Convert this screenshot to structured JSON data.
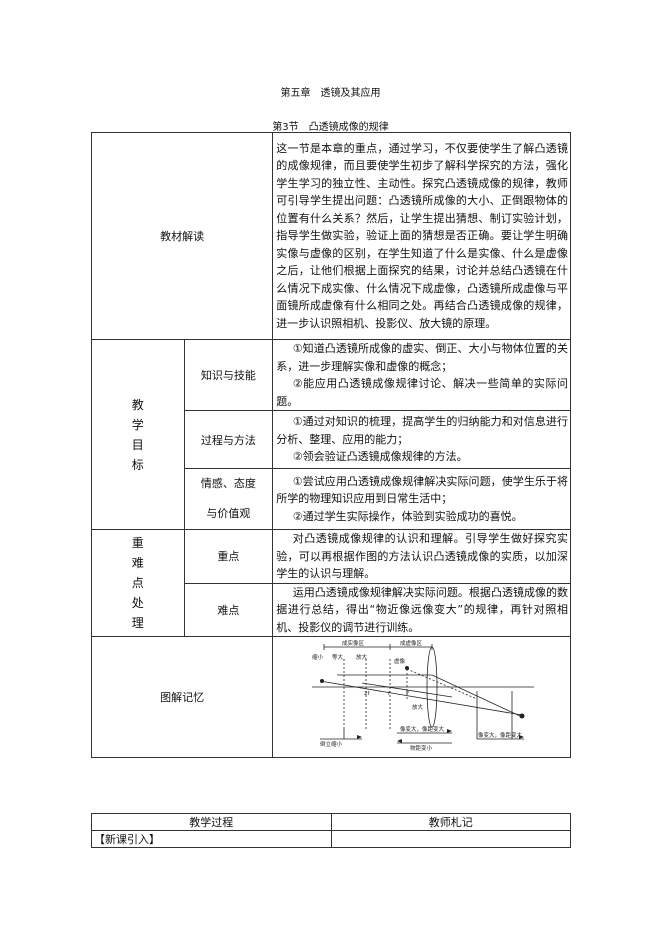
{
  "chapter_title": "第五章　透镜及其应用",
  "section_title": "第3节　凸透镜成像的规律",
  "rows": {
    "textbook": {
      "label": "教材解读",
      "text": "这一节是本章的重点，通过学习，不仅要使学生了解凸透镜的成像规律，而且要使学生初步了解科学探究的方法，强化学生学习的独立性、主动性。探究凸透镜成像的规律，教师可引导学生提出问题：凸透镜所成像的大小、正倒跟物体的位置有什么关系？然后，让学生提出猜想、制订实验计划，指导学生做实验，验证上面的猜想是否正确。要让学生明确实像与虚像的区别，在学生知道了什么是实像、什么是虚像之后，让他们根据上面探究的结果，讨论并总结凸透镜在什么情况下成实像、什么情况下成虚像，凸透镜所成虚像与平面镜所成虚像有什么相同之处。再结合凸透镜成像的规律，进一步认识照相机、投影仪、放大镜的原理。"
    },
    "goals": {
      "label_chars": [
        "教",
        "学",
        "目",
        "标"
      ],
      "knowledge": {
        "label": "知识与技能",
        "items": [
          "①知道凸透镜所成像的虚实、倒正、大小与物体位置的关系，进一步理解实像和虚像的概念；",
          "②能应用凸透镜成像规律讨论、解决一些简单的实际问题。"
        ]
      },
      "process": {
        "label": "过程与方法",
        "items": [
          "①通过对知识的梳理，提高学生的归纳能力和对信息进行分析、整理、应用的能力；",
          "②领会验证凸透镜成像规律的方法。"
        ]
      },
      "emotion": {
        "label_line1": "情感、态度",
        "label_line2": "与价值观",
        "items": [
          "①尝试应用凸透镜成像规律解决实际问题，使学生乐于将所学的物理知识应用到日常生活中；",
          "②通过学生实际操作，体验到实验成功的喜悦。"
        ]
      }
    },
    "key_points": {
      "label_chars": [
        "重",
        "难",
        "点",
        "处",
        "理"
      ],
      "focus": {
        "label": "重点",
        "text": "对凸透镜成像规律的认识和理解。引导学生做好探究实验，可以再根据作图的方法认识凸透镜成像的实质，以加深学生的认识与理解。"
      },
      "difficulty": {
        "label": "难点",
        "text": "运用凸透镜成像规律解决实际问题。根据凸透镜成像的数据进行总结，得出“物近像远像变大”的规律，再针对照相机、投影仪的调节进行训练。"
      }
    },
    "diagram": {
      "label": "图解记忆",
      "labels": {
        "top_left": "成实像区",
        "top_right": "成虚像区",
        "small": "缩小",
        "equal": "等大",
        "big": "放大",
        "ff": "2f",
        "f": "f",
        "F": "F",
        "virtual": "虚像",
        "enlarge": "放大",
        "bottom_left": "倒立缩小",
        "bottom_mid1": "像变大，像距变大",
        "bottom_mid2": "物距变小",
        "bottom_right": "像变大，像距变大"
      }
    }
  },
  "process_table": {
    "col1": "教学过程",
    "col2": "教师札记",
    "first_row": "【新课引入】"
  },
  "colors": {
    "border": "#333333",
    "text": "#111111"
  }
}
